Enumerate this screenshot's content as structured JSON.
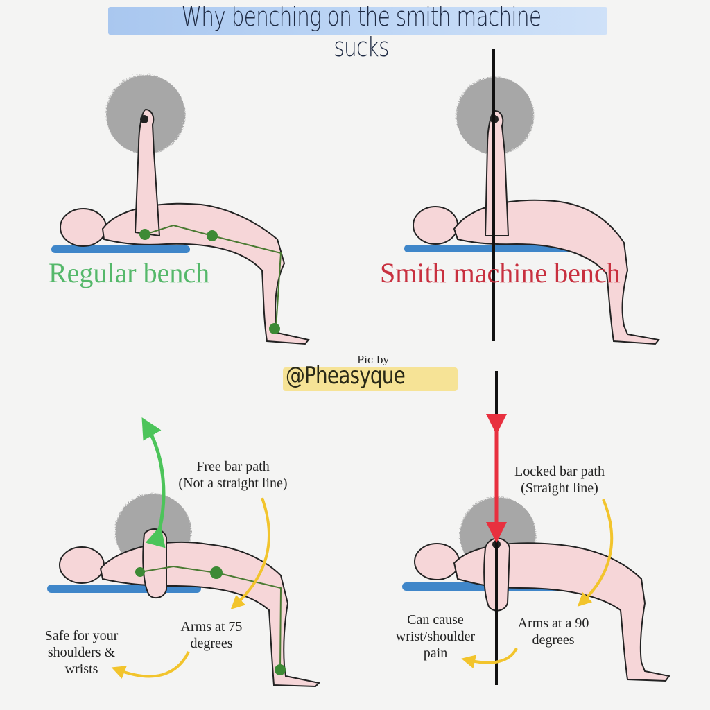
{
  "title": "Why benching on the smith machine sucks",
  "credit": {
    "prefix": "Pic by",
    "handle": "@Pheasyque"
  },
  "panels": {
    "top_left": {
      "label": "Regular bench",
      "label_color": "#55b86a"
    },
    "top_right": {
      "label": "Smith machine bench",
      "label_color": "#c8303f"
    },
    "bottom_left": {
      "bar_path_line1": "Free bar path",
      "bar_path_line2": "(Not a straight line)",
      "arm_line1": "Arms at 75",
      "arm_line2": "degrees",
      "effect_line1": "Safe for your",
      "effect_line2": "shoulders &",
      "effect_line3": "wrists",
      "arrow_color": "#4cc45a"
    },
    "bottom_right": {
      "bar_path_line1": "Locked bar path",
      "bar_path_line2": "(Straight line)",
      "arm_line1": "Arms at a 90",
      "arm_line2": "degrees",
      "effect_line1": "Can cause",
      "effect_line2": "wrist/shoulder",
      "effect_line3": "pain",
      "arrow_color": "#e8303f"
    }
  },
  "colors": {
    "bench": "#3f86c9",
    "skin": "#f6d6d8",
    "weight_plate": "#9a9a9a",
    "joint_marker": "#3d8a35",
    "callout_arrow": "#f2c42c",
    "smith_rail": "#111111",
    "title_highlight": "#b7d1f3",
    "credit_highlight": "#f6df85"
  }
}
